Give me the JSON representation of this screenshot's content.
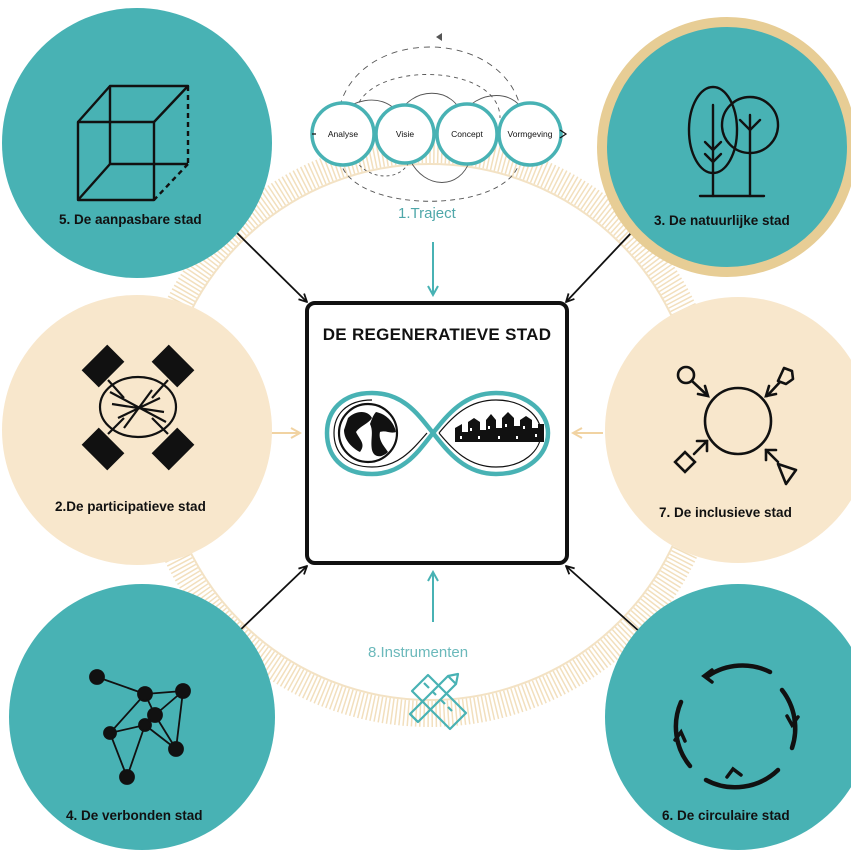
{
  "center": {
    "title": "DE REGENERATIEVE STAD"
  },
  "traject": {
    "label": "1.Traject",
    "steps": [
      "Analyse",
      "Visie",
      "Concept",
      "Vormgeving"
    ]
  },
  "instrumenten": {
    "label": "8.Instrumenten"
  },
  "nodes": [
    {
      "id": "aanpasbare",
      "label": "5. De aanpasbare stad",
      "icon": "cube-icon"
    },
    {
      "id": "natuurlijke",
      "label": "3. De natuurlijke stad",
      "icon": "trees-icon"
    },
    {
      "id": "participatieve",
      "label": "2.De participatieve stad",
      "icon": "joined-hands-icon"
    },
    {
      "id": "inclusieve",
      "label": "7. De inclusieve stad",
      "icon": "inclusion-icon"
    },
    {
      "id": "verbonden",
      "label": "4. De verbonden stad",
      "icon": "network-icon"
    },
    {
      "id": "circulaire",
      "label": "6. De circulaire stad",
      "icon": "cycle-arrows-icon"
    }
  ],
  "colors": {
    "teal": "#48b2b4",
    "teal_text": "#4fa7a9",
    "beige": "#f8e7cc",
    "ring": "#eed5a8",
    "gold_border": "#e7cd95",
    "dark": "#111111"
  }
}
